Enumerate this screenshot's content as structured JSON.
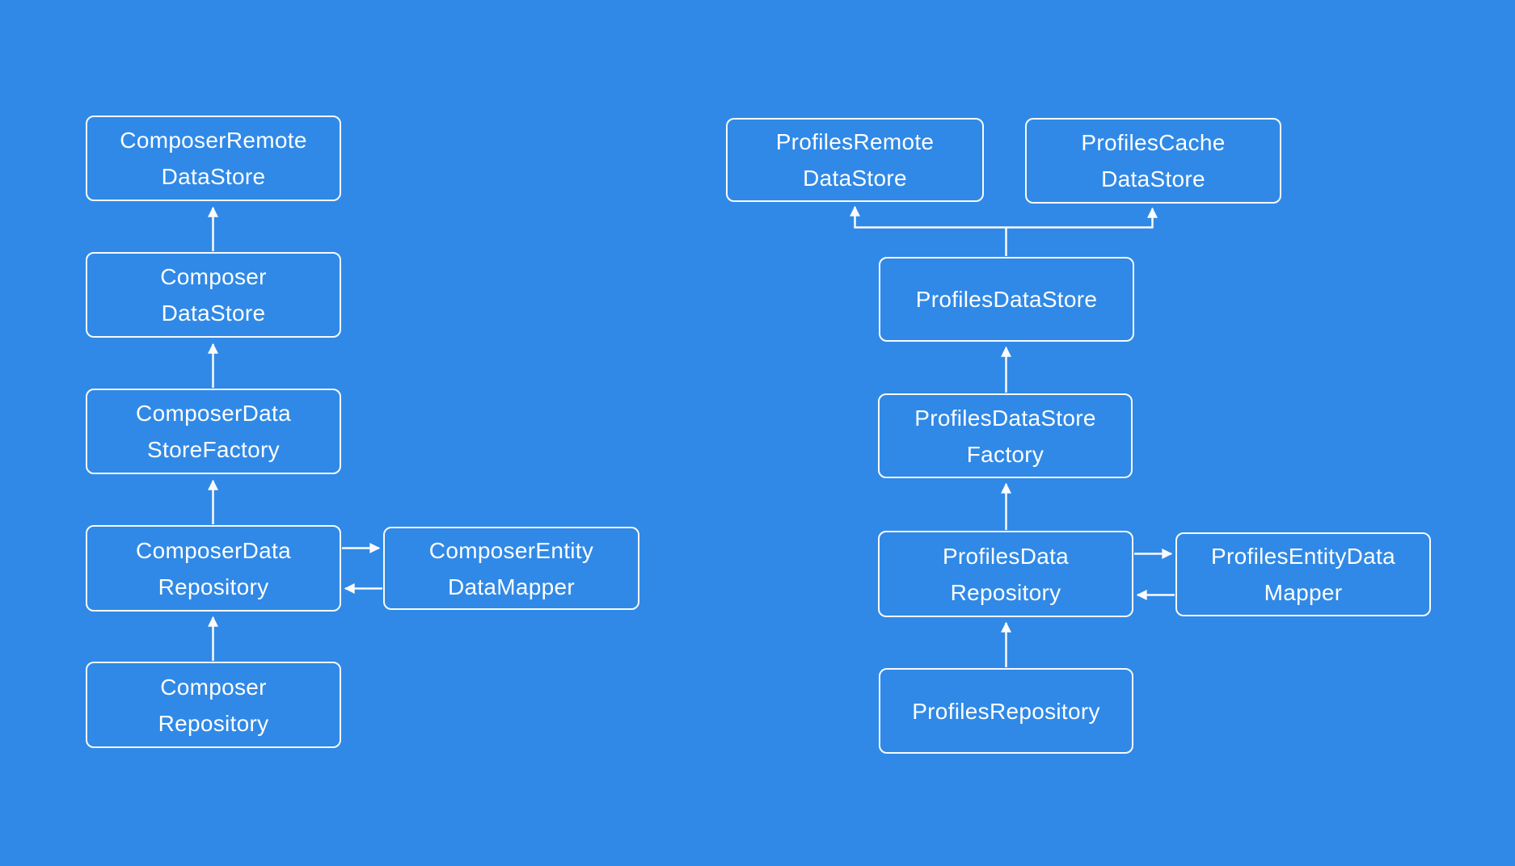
{
  "colors": {
    "background": "#3089E6",
    "line": "#FAFBFD",
    "text": "#FDFEFF"
  },
  "diagram": {
    "type": "architecture-diagram",
    "nodes": [
      {
        "id": "composer-remote-datastore",
        "label": "ComposerRemote\nDataStore"
      },
      {
        "id": "composer-datastore",
        "label": "Composer\nDataStore"
      },
      {
        "id": "composer-datastore-factory",
        "label": "ComposerData\nStoreFactory"
      },
      {
        "id": "composer-data-repository",
        "label": "ComposerData\nRepository"
      },
      {
        "id": "composer-entity-datamapper",
        "label": "ComposerEntity\nDataMapper"
      },
      {
        "id": "composer-repository",
        "label": "Composer\nRepository"
      },
      {
        "id": "profiles-remote-datastore",
        "label": "ProfilesRemote\nDataStore"
      },
      {
        "id": "profiles-cache-datastore",
        "label": "ProfilesCache\nDataStore"
      },
      {
        "id": "profiles-datastore",
        "label": "ProfilesDataStore"
      },
      {
        "id": "profiles-datastore-factory",
        "label": "ProfilesDataStore\nFactory"
      },
      {
        "id": "profiles-data-repository",
        "label": "ProfilesData\nRepository"
      },
      {
        "id": "profiles-entity-datamapper",
        "label": "ProfilesEntityData\nMapper"
      },
      {
        "id": "profiles-repository",
        "label": "ProfilesRepository"
      }
    ],
    "edges": [
      {
        "from": "composer-datastore",
        "to": "composer-remote-datastore",
        "direction": "up"
      },
      {
        "from": "composer-datastore-factory",
        "to": "composer-datastore",
        "direction": "up"
      },
      {
        "from": "composer-data-repository",
        "to": "composer-datastore-factory",
        "direction": "up"
      },
      {
        "from": "composer-repository",
        "to": "composer-data-repository",
        "direction": "up"
      },
      {
        "from": "composer-data-repository",
        "to": "composer-entity-datamapper",
        "direction": "right"
      },
      {
        "from": "composer-entity-datamapper",
        "to": "composer-data-repository",
        "direction": "left"
      },
      {
        "from": "profiles-datastore",
        "to": "profiles-remote-datastore",
        "direction": "up-branch"
      },
      {
        "from": "profiles-datastore",
        "to": "profiles-cache-datastore",
        "direction": "up-branch"
      },
      {
        "from": "profiles-datastore-factory",
        "to": "profiles-datastore",
        "direction": "up"
      },
      {
        "from": "profiles-data-repository",
        "to": "profiles-datastore-factory",
        "direction": "up"
      },
      {
        "from": "profiles-repository",
        "to": "profiles-data-repository",
        "direction": "up"
      },
      {
        "from": "profiles-data-repository",
        "to": "profiles-entity-datamapper",
        "direction": "right"
      },
      {
        "from": "profiles-entity-datamapper",
        "to": "profiles-data-repository",
        "direction": "left"
      }
    ]
  }
}
